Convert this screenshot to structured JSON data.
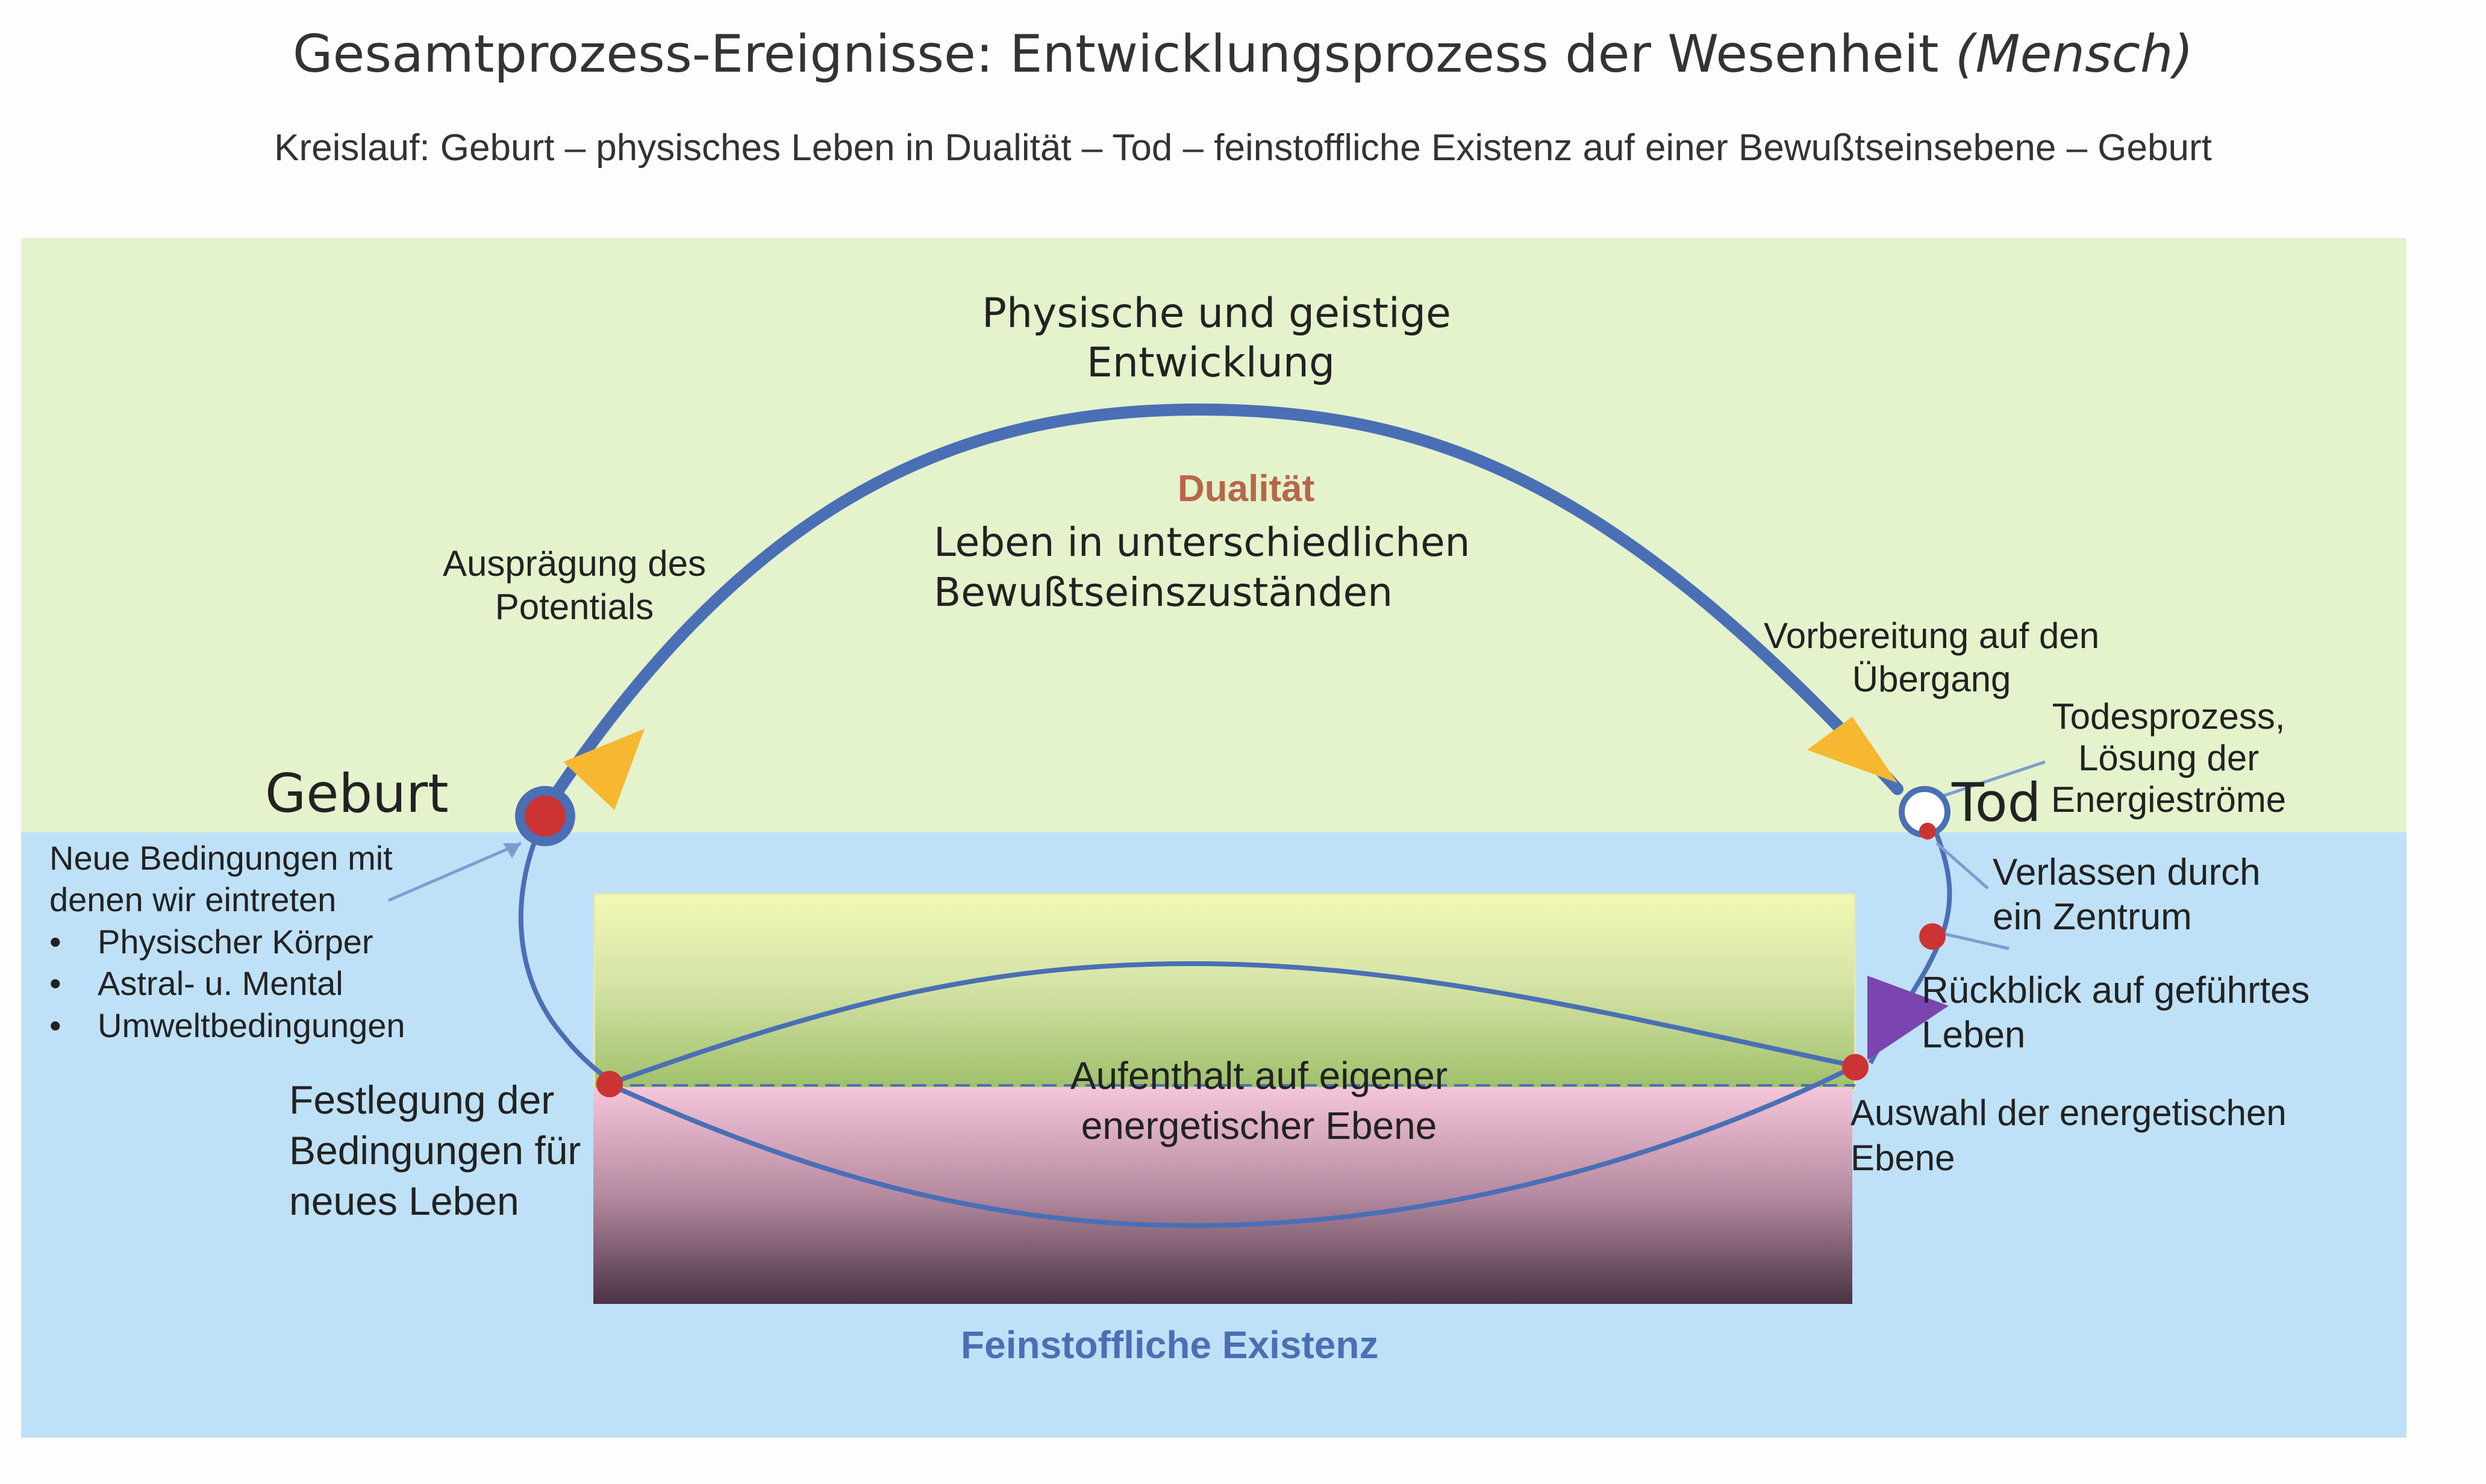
{
  "title": {
    "main": "Gesamtprozess-Ereignisse: Entwicklungsprozess der Wesenheit",
    "italic": "(Mensch)"
  },
  "subtitle": "Kreislauf: Geburt – physisches Leben in Dualität – Tod – feinstoffliche Existenz auf einer Bewußtseinsebene – Geburt",
  "colors": {
    "upper_band": "#e4f3cc",
    "lower_band": "#bfe1f7",
    "arc": "#4a6fb5",
    "arrow_orange": "#f6b731",
    "arrow_purple": "#7b45b0",
    "dot": "#cc3333",
    "dualitaet": "#b8664a",
    "feinstoff": "#4a6fb5"
  },
  "labels": {
    "top_line1": "Physische und geistige",
    "top_line2": "Entwicklung",
    "dualitaet": "Dualität",
    "leben1": "Leben in unterschiedlichen",
    "leben2": "Bewußtseinszuständen",
    "auspraegung1": "Ausprägung des",
    "auspraegung2": "Potentials",
    "vorbereitung1": "Vorbereitung auf den",
    "vorbereitung2": "Übergang",
    "todesprozess1": "Todesprozess,",
    "todesprozess2": "Lösung der",
    "todesprozess3": "Energieströme",
    "geburt": "Geburt",
    "tod": "Tod",
    "neue1": "Neue Bedingungen mit",
    "neue2": "denen wir eintreten",
    "bullets": [
      "Physischer Körper",
      "Astral- u. Mental",
      "Umweltbedingungen"
    ],
    "verlassen1": "Verlassen durch",
    "verlassen2": "ein Zentrum",
    "rueckblick1": "Rückblick auf geführtes",
    "rueckblick2": "Leben",
    "festlegung1": "Festlegung der",
    "festlegung2": "Bedingungen für",
    "festlegung3": "neues Leben",
    "aufenthalt1": "Aufenthalt auf eigener",
    "aufenthalt2": "energetischer Ebene",
    "auswahl1": "Auswahl der energetischen",
    "auswahl2": "Ebene",
    "feinstoff": "Feinstoffliche Existenz"
  }
}
